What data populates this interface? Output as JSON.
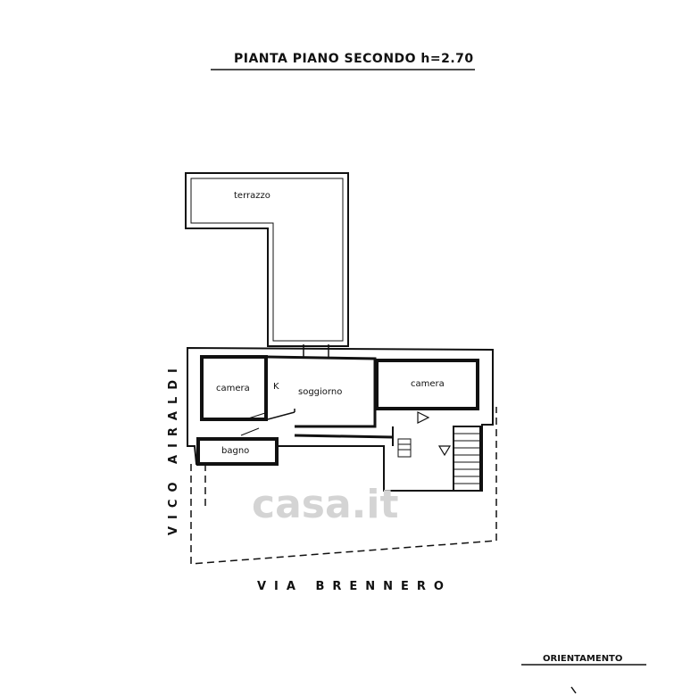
{
  "title": "PIANTA PIANO SECONDO h=2.70",
  "rooms": {
    "terrace": "terrazzo",
    "bedroom_left": "camera",
    "living": "soggiorno",
    "bedroom_right": "camera",
    "bathroom": "bagno",
    "kitchen_mark": "K"
  },
  "streets": {
    "side": "VICO AIRALDI",
    "front": "VIA BRENNERO"
  },
  "orientation_label": "ORIENTAMENTO",
  "watermark": "casa.it",
  "colors": {
    "line": "#111111",
    "background": "#ffffff",
    "watermark": "#d4d4d4"
  }
}
